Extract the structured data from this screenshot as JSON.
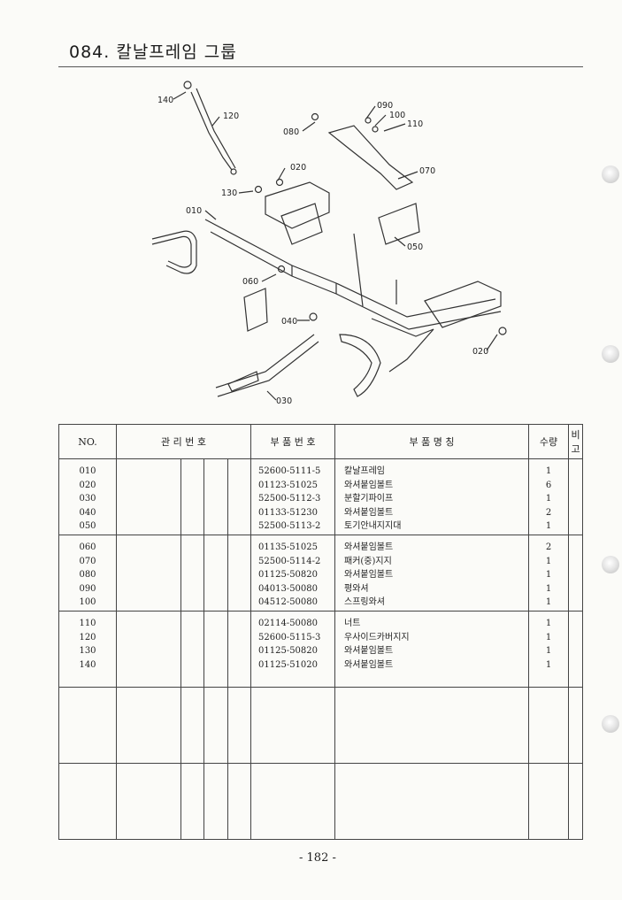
{
  "header": {
    "title": "084. 칼날프레임 그룹"
  },
  "diagram": {
    "callouts": [
      "140",
      "120",
      "080",
      "090",
      "100",
      "110",
      "070",
      "020",
      "130",
      "010",
      "050",
      "060",
      "040",
      "030",
      "020"
    ]
  },
  "table": {
    "headers": {
      "no": "NO.",
      "mgmt": "관 리 번 호",
      "part_no": "부 품 번 호",
      "name": "부 품 명 칭",
      "qty": "수량",
      "remarks": "비 고"
    },
    "groups": [
      {
        "rows": [
          {
            "no": "010",
            "part_no": "52600-5111-5",
            "name": "칼날프레임",
            "qty": "1"
          },
          {
            "no": "020",
            "part_no": "01123-51025",
            "name": "와셔붙임볼트",
            "qty": "6"
          },
          {
            "no": "030",
            "part_no": "52500-5112-3",
            "name": "분할기파이프",
            "qty": "1"
          },
          {
            "no": "040",
            "part_no": "01133-51230",
            "name": "와셔붙임볼트",
            "qty": "2"
          },
          {
            "no": "050",
            "part_no": "52500-5113-2",
            "name": "토기안내지지대",
            "qty": "1"
          }
        ]
      },
      {
        "rows": [
          {
            "no": "060",
            "part_no": "01135-51025",
            "name": "와셔붙임볼트",
            "qty": "2"
          },
          {
            "no": "070",
            "part_no": "52500-5114-2",
            "name": "패커(중)지지",
            "qty": "1"
          },
          {
            "no": "080",
            "part_no": "01125-50820",
            "name": "와셔붙임볼트",
            "qty": "1"
          },
          {
            "no": "090",
            "part_no": "04013-50080",
            "name": "평와셔",
            "qty": "1"
          },
          {
            "no": "100",
            "part_no": "04512-50080",
            "name": "스프링와셔",
            "qty": "1"
          }
        ]
      },
      {
        "rows": [
          {
            "no": "110",
            "part_no": "02114-50080",
            "name": "너트",
            "qty": "1"
          },
          {
            "no": "120",
            "part_no": "52600-5115-3",
            "name": "우사이드카버지지",
            "qty": "1"
          },
          {
            "no": "130",
            "part_no": "01125-50820",
            "name": "와셔붙임볼트",
            "qty": "1"
          },
          {
            "no": "140",
            "part_no": "01125-51020",
            "name": "와셔붙임볼트",
            "qty": "1"
          }
        ]
      }
    ]
  },
  "footer": {
    "page": "- 182 -"
  }
}
